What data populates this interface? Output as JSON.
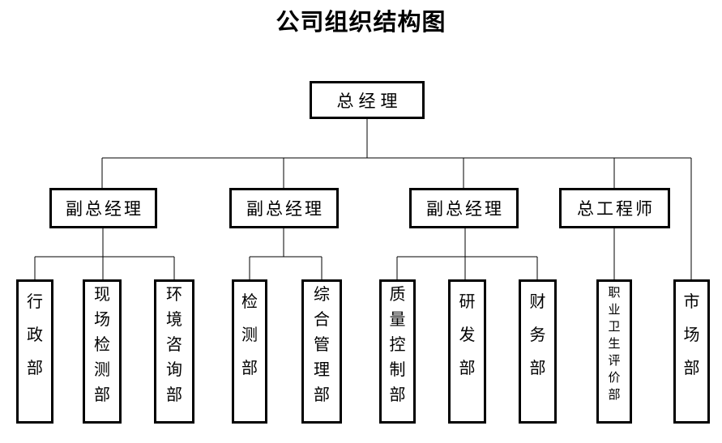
{
  "title": "公司组织结构图",
  "org": {
    "root": {
      "label": "总经理"
    },
    "managers": [
      {
        "label": "副总经理",
        "reports_to": "总经理"
      },
      {
        "label": "副总经理",
        "reports_to": "总经理"
      },
      {
        "label": "副总经理",
        "reports_to": "总经理"
      },
      {
        "label": "总工程师",
        "reports_to": "总经理"
      }
    ],
    "departments": [
      {
        "label": "行政部",
        "parent": "副总经理(1)"
      },
      {
        "label": "现场检测部",
        "parent": "副总经理(1)"
      },
      {
        "label": "环境咨询部",
        "parent": "副总经理(1)"
      },
      {
        "label": "检测部",
        "parent": "副总经理(2)"
      },
      {
        "label": "综合管理部",
        "parent": "副总经理(2)"
      },
      {
        "label": "质量控制部",
        "parent": "副总经理(3)"
      },
      {
        "label": "研发部",
        "parent": "副总经理(3)"
      },
      {
        "label": "财务部",
        "parent": "副总经理(3)"
      },
      {
        "label": "职业卫生评价部",
        "parent": "总工程师"
      },
      {
        "label": "市场部",
        "parent": "总经理"
      }
    ]
  },
  "colors": {
    "background": "#ffffff",
    "box_border": "#000000",
    "line": "#000000",
    "text": "#000000"
  }
}
